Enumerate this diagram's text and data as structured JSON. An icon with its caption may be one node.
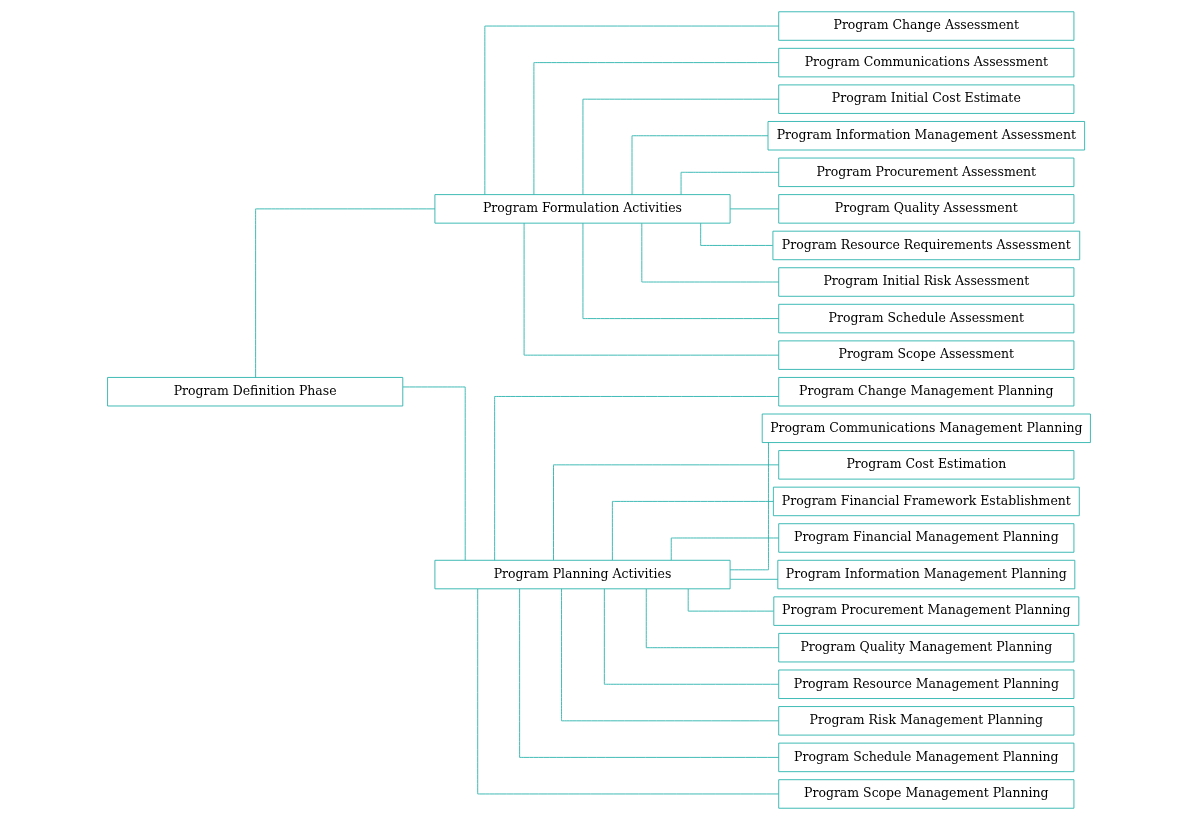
{
  "diagram": {
    "nodes": [
      {
        "text": [
          "Program Definition Phase"
        ]
      },
      {
        "text": [
          "Program Formulation Activities"
        ]
      },
      {
        "text": [
          "Program Planning Activities"
        ]
      },
      {
        "text": [
          "Program Change Assessment"
        ]
      },
      {
        "text": [
          "Program Communications Assessment"
        ]
      },
      {
        "text": [
          "Program Initial Cost Estimate"
        ]
      },
      {
        "text": [
          "Program Information Management Assessment"
        ]
      },
      {
        "text": [
          "Program Procurement Assessment"
        ]
      },
      {
        "text": [
          "Program Quality Assessment"
        ]
      },
      {
        "text": [
          "Program Resource Requirements Assessment"
        ]
      },
      {
        "text": [
          "Program Initial Risk Assessment"
        ]
      },
      {
        "text": [
          "Program Schedule Assessment"
        ]
      },
      {
        "text": [
          "Program Scope Assessment"
        ]
      },
      {
        "text": [
          "Program Change Management Planning"
        ]
      },
      {
        "text": [
          "Program Communications Management Planning"
        ]
      },
      {
        "text": [
          "Program Cost Estimation"
        ]
      },
      {
        "text": [
          "Program Financial Framework Establishment"
        ]
      },
      {
        "text": [
          "Program Financial Management Planning"
        ]
      },
      {
        "text": [
          "Program Information Management Planning"
        ]
      },
      {
        "text": [
          "Program Procurement Management Planning"
        ]
      },
      {
        "text": [
          "Program Quality Management Planning"
        ]
      },
      {
        "text": [
          "Program Resource Management Planning"
        ]
      },
      {
        "text": [
          "Program Risk Management Planning"
        ]
      },
      {
        "text": [
          "Program Schedule Management Planning"
        ]
      },
      {
        "text": [
          "Program Scope Management Planning"
        ]
      }
    ],
    "edges": [
      {
        "from": 0,
        "to": 1,
        "arrow": "none"
      },
      {
        "from": 0,
        "to": 2,
        "arrow": "none"
      },
      {
        "from": 1,
        "to": 3,
        "arrow": "none"
      },
      {
        "from": 1,
        "to": 4,
        "arrow": "none"
      },
      {
        "from": 1,
        "to": 5,
        "arrow": "none"
      },
      {
        "from": 1,
        "to": 6,
        "arrow": "none"
      },
      {
        "from": 1,
        "to": 7,
        "arrow": "none"
      },
      {
        "from": 1,
        "to": 8,
        "arrow": "none"
      },
      {
        "from": 1,
        "to": 9,
        "arrow": "none"
      },
      {
        "from": 1,
        "to": 10,
        "arrow": "none"
      },
      {
        "from": 1,
        "to": 11,
        "arrow": "none"
      },
      {
        "from": 1,
        "to": 12,
        "arrow": "none"
      },
      {
        "from": 2,
        "to": 13,
        "arrow": "none"
      },
      {
        "from": 2,
        "to": 14,
        "arrow": "none"
      },
      {
        "from": 2,
        "to": 15,
        "arrow": "none"
      },
      {
        "from": 2,
        "to": 16,
        "arrow": "none"
      },
      {
        "from": 2,
        "to": 17,
        "arrow": "none"
      },
      {
        "from": 2,
        "to": 18,
        "arrow": "none"
      },
      {
        "from": 2,
        "to": 19,
        "arrow": "none"
      },
      {
        "from": 2,
        "to": 20,
        "arrow": "none"
      },
      {
        "from": 2,
        "to": 21,
        "arrow": "none"
      },
      {
        "from": 2,
        "to": 22,
        "arrow": "none"
      },
      {
        "from": 2,
        "to": 23,
        "arrow": "none"
      },
      {
        "from": 2,
        "to": 24,
        "arrow": "none"
      }
    ]
  }
}
